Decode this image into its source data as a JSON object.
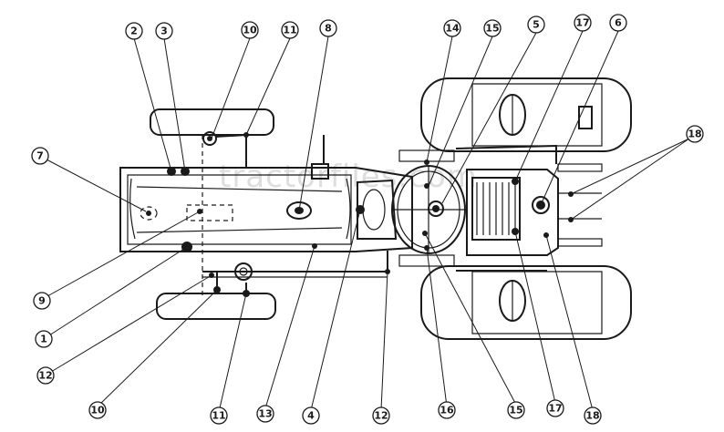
{
  "watermark": "tractorfiles.com",
  "callouts_top": [
    "2",
    "3",
    "10",
    "11",
    "8",
    "14",
    "15",
    "5",
    "17",
    "6"
  ],
  "callouts_left": [
    "7",
    "9",
    "1",
    "12"
  ],
  "callouts_right": [
    "18"
  ],
  "callouts_bottom": [
    "10",
    "11",
    "13",
    "4",
    "12",
    "16",
    "15",
    "17",
    "18"
  ],
  "colors": {
    "ink": "#1a1a1a",
    "paper": "#ffffff",
    "watermark": "#b8b8b8"
  }
}
